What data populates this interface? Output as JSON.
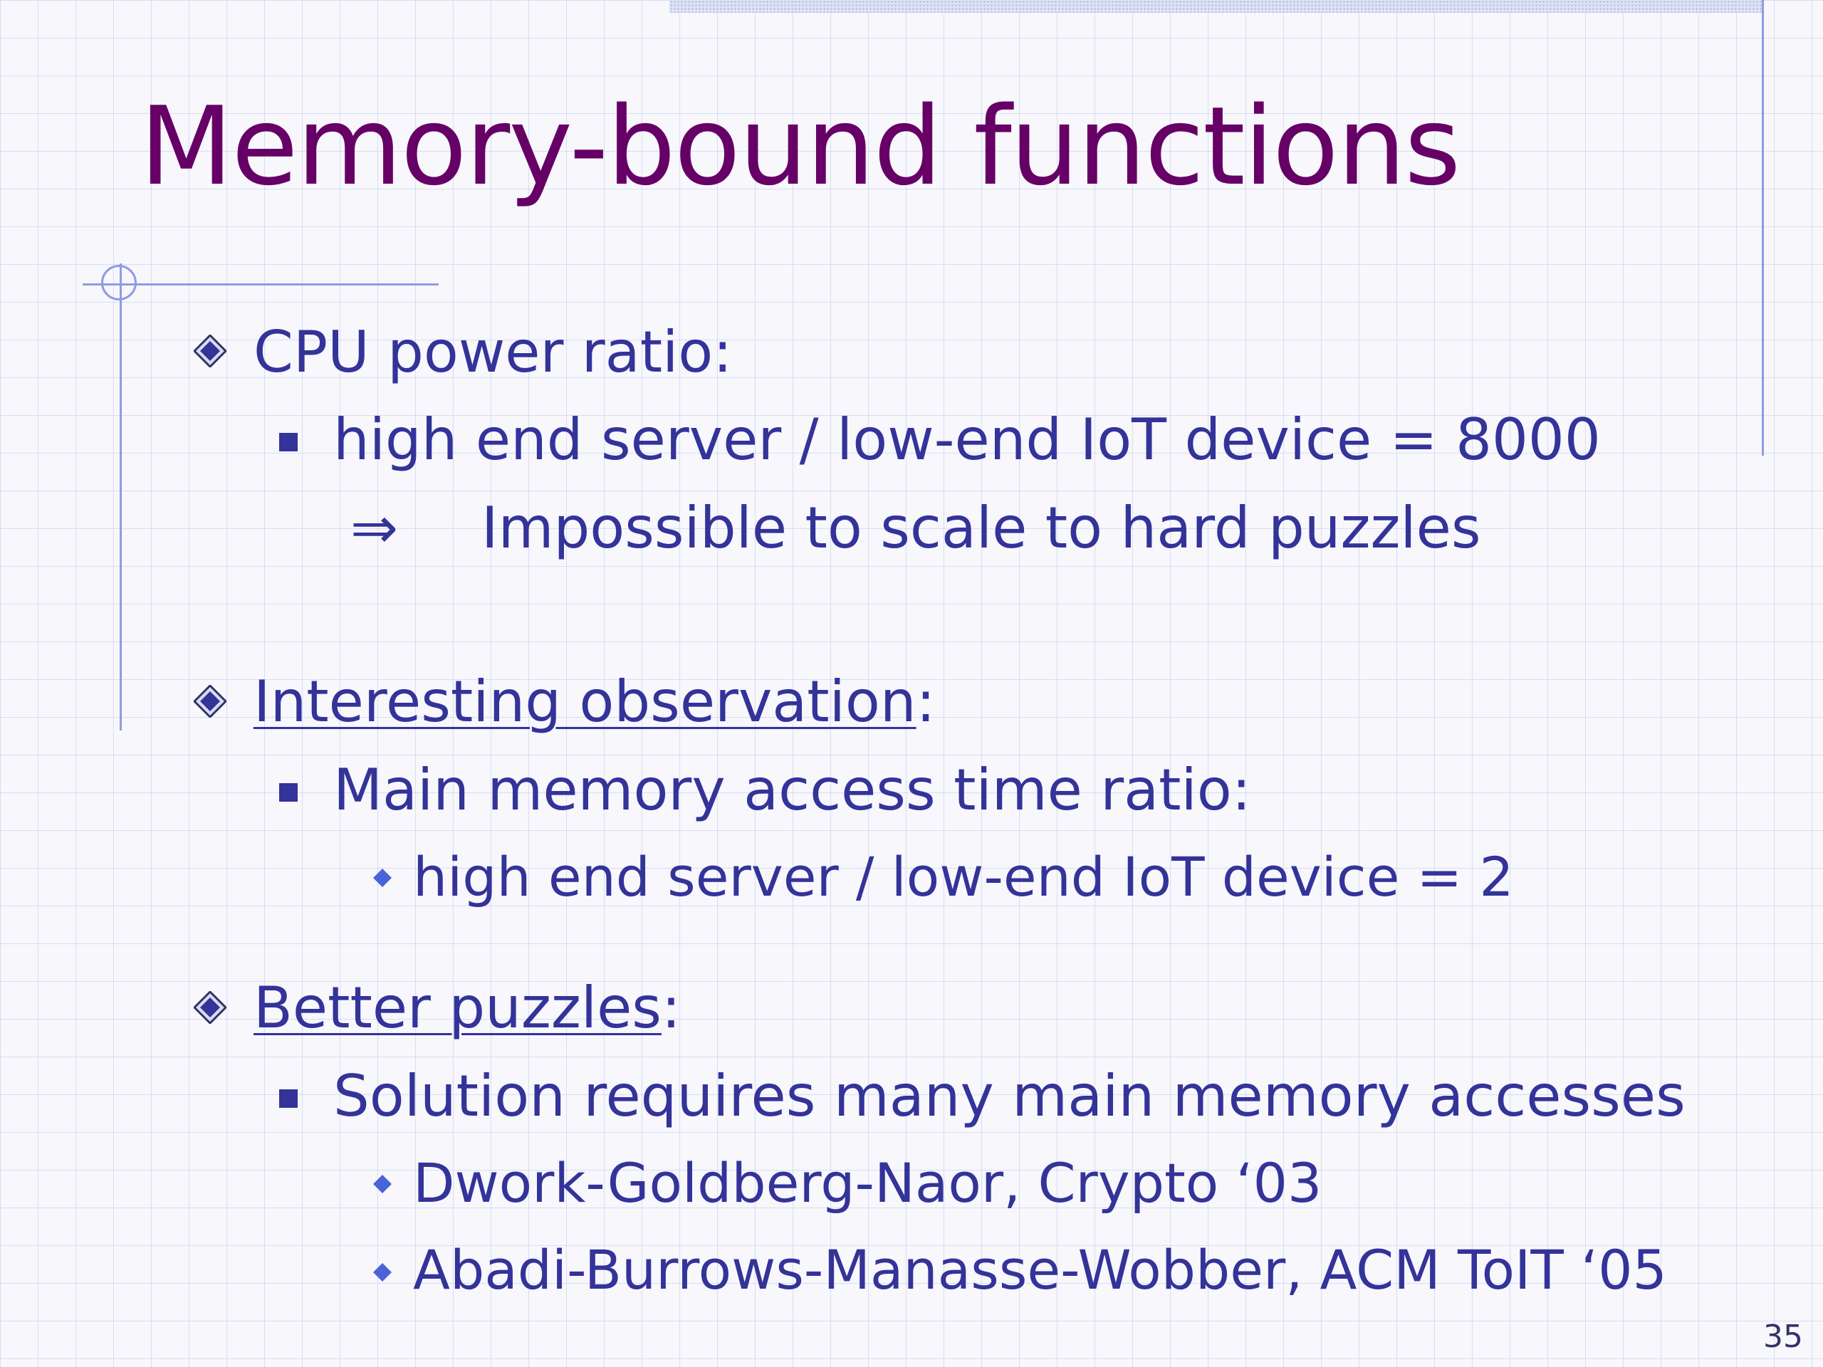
{
  "slide": {
    "title": "Memory-bound functions",
    "number": "35",
    "colors": {
      "title": "#660066",
      "body": "#333399",
      "grid": "#b2bee6",
      "accent_rule": "#8f9be3"
    },
    "sections": [
      {
        "heading": "CPU power ratio:",
        "heading_underlined": "",
        "heading_suffix": "",
        "items": [
          {
            "text": "high end server / low-end IoT device  =  8000"
          },
          {
            "arrow": "⇒",
            "text": "Impossible to scale to hard puzzles"
          }
        ]
      },
      {
        "heading_underlined": "Interesting observation",
        "heading_suffix": ":",
        "items": [
          {
            "text": "Main memory access time ratio:"
          },
          {
            "text": "high end server / low-end IoT device  = 2"
          }
        ]
      },
      {
        "heading_underlined": "Better puzzles",
        "heading_suffix": ":",
        "items": [
          {
            "text": "Solution requires many main memory accesses"
          },
          {
            "text": "Dwork-Goldberg-Naor, Crypto ‘03"
          },
          {
            "text": "Abadi-Burrows-Manasse-Wobber,  ACM ToIT ‘05"
          }
        ]
      }
    ]
  }
}
